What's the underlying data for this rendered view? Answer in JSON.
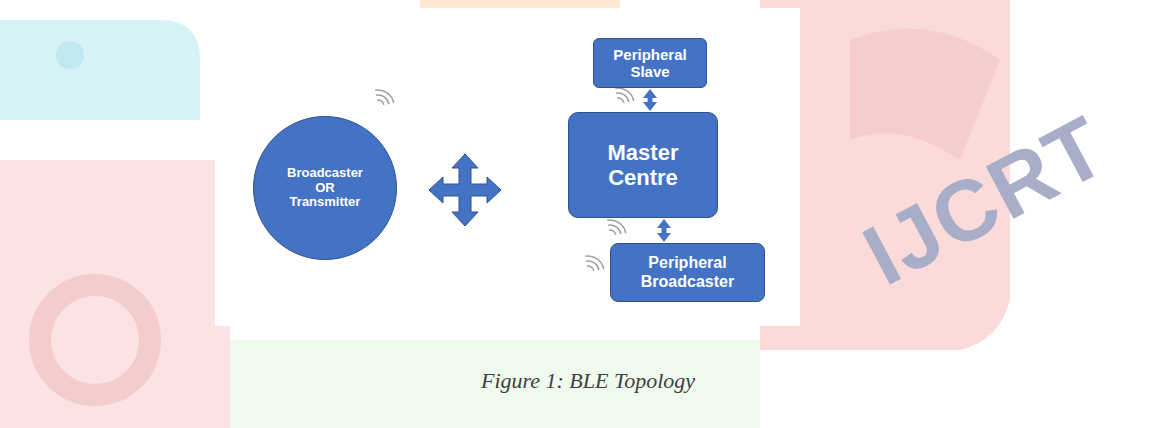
{
  "diagram": {
    "caption": "Figure 1: BLE Topology",
    "nodes": [
      {
        "text": [
          "Broadcaster OR Transmitter"
        ]
      },
      {
        "text": [
          "Peripheral Slave"
        ]
      },
      {
        "text": [
          "Master Centre"
        ]
      },
      {
        "text": [
          "Peripheral Broadcaster"
        ]
      }
    ],
    "edges": [
      {
        "from": 1,
        "to": 2,
        "arrow": "both"
      },
      {
        "from": 2,
        "to": 3,
        "arrow": "both"
      }
    ],
    "labels": [
      "IJCRT"
    ]
  }
}
